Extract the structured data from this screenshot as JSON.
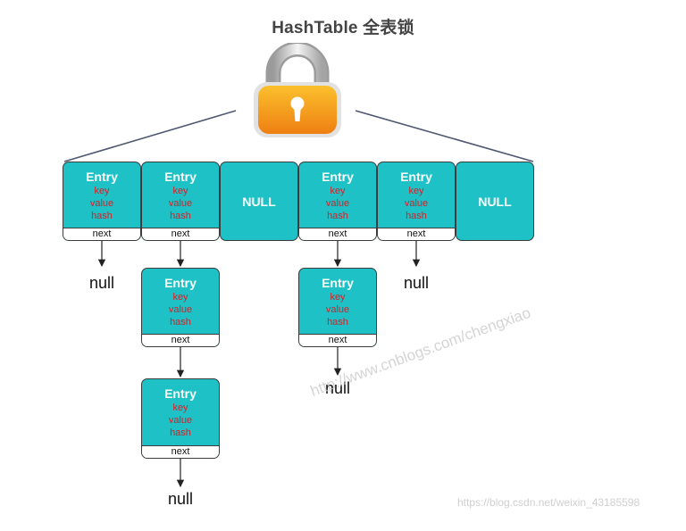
{
  "title": "HashTable 全表锁",
  "icons": {
    "lock": "padlock-icon"
  },
  "colors": {
    "cell_fill": "#1ec2c6",
    "cell_border": "#3b3b3b",
    "field_text": "#d81f26",
    "lock_body": "#f29a16",
    "connector": "#4f5870"
  },
  "labels": {
    "entry": "Entry",
    "key": "key",
    "value": "value",
    "hash": "hash",
    "next": "next",
    "null_bucket": "NULL",
    "null_terminator": "null"
  },
  "watermark": "http://www.cnblogs.com/chengxiao",
  "footer": "https://blog.csdn.net/weixin_43185598"
}
